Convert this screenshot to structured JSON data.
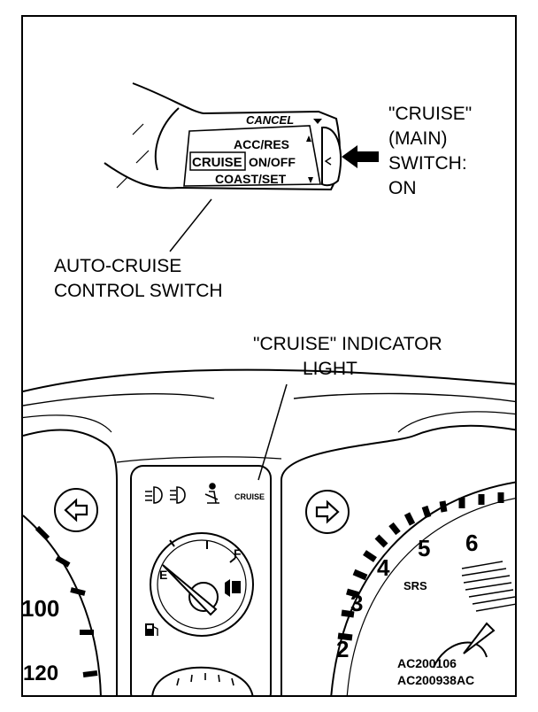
{
  "labels": {
    "cruise_main_line1": "\"CRUISE\"",
    "cruise_main_line2": "(MAIN)",
    "cruise_main_line3": "SWITCH:",
    "cruise_main_line4": "ON",
    "auto_cruise_line1": "AUTO-CRUISE",
    "auto_cruise_line2": "CONTROL SWITCH",
    "indicator_line1": "\"CRUISE\" INDICATOR",
    "indicator_line2": "LIGHT"
  },
  "switch_text": {
    "cancel": "CANCEL",
    "acc_res": "ACC/RES",
    "cruise": "CRUISE",
    "on_off": "ON/OFF",
    "coast_set": "COAST/SET"
  },
  "cluster_text": {
    "cruise_indicator": "CRUISE",
    "fuel_e": "E",
    "fuel_f": "F",
    "speedo_100": "100",
    "speedo_120": "120",
    "tach_2": "2",
    "tach_3": "3",
    "tach_4": "4",
    "tach_5": "5",
    "tach_6": "6",
    "srs": "SRS"
  },
  "codes": {
    "code1": "AC200106",
    "code2": "AC200938AC"
  }
}
